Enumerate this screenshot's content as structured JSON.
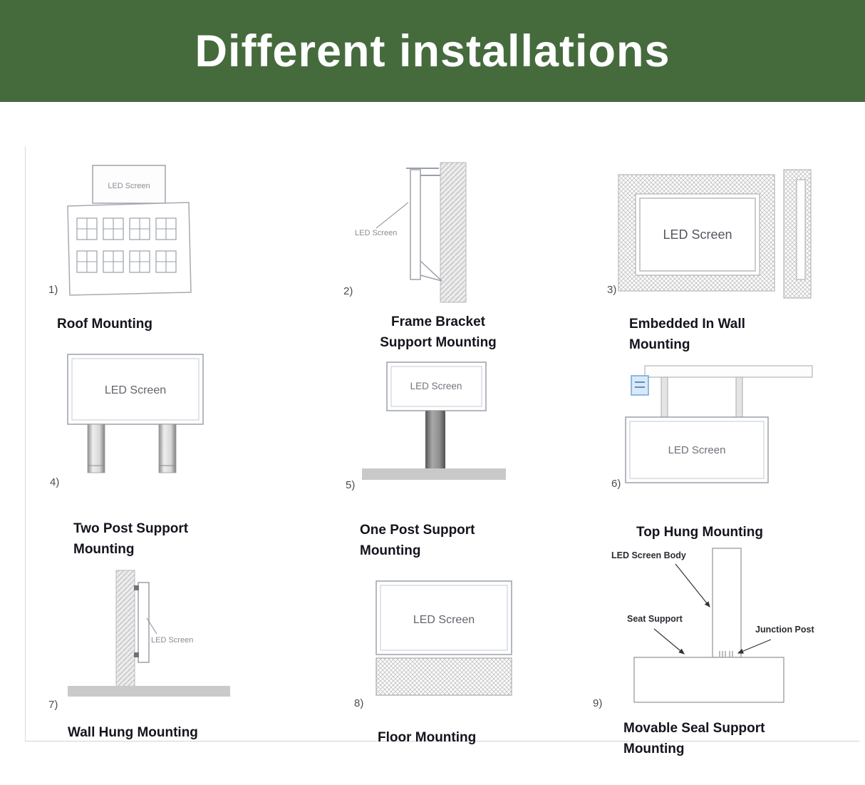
{
  "header": {
    "title": "Different installations"
  },
  "colors": {
    "header_bg": "#456b3d",
    "caption_text": "#14141e",
    "diagram_stroke": "#9aa0ab",
    "ground_gray": "#c9c9c9"
  },
  "cells": [
    {
      "num": "1)",
      "caption": "Roof Mounting",
      "screen": "LED Screen"
    },
    {
      "num": "2)",
      "caption": "Frame Bracket Support Mounting",
      "screen": "LED Screen"
    },
    {
      "num": "3)",
      "caption": "Embedded In Wall Mounting",
      "screen": "LED Screen"
    },
    {
      "num": "4)",
      "caption": "Two Post Support Mounting",
      "screen": "LED Screen"
    },
    {
      "num": "5)",
      "caption": "One Post Support Mounting",
      "screen": "LED Screen"
    },
    {
      "num": "6)",
      "caption": "Top Hung Mounting",
      "screen": "LED Screen"
    },
    {
      "num": "7)",
      "caption": "Wall Hung Mounting",
      "screen": "LED Screen"
    },
    {
      "num": "8)",
      "caption": "Floor Mounting",
      "screen": "LED Screen"
    },
    {
      "num": "9)",
      "caption": "Movable Seal Support Mounting",
      "labels": {
        "body": "LED Screen Body",
        "seat": "Seat Support",
        "junction": "Junction Post"
      }
    }
  ]
}
